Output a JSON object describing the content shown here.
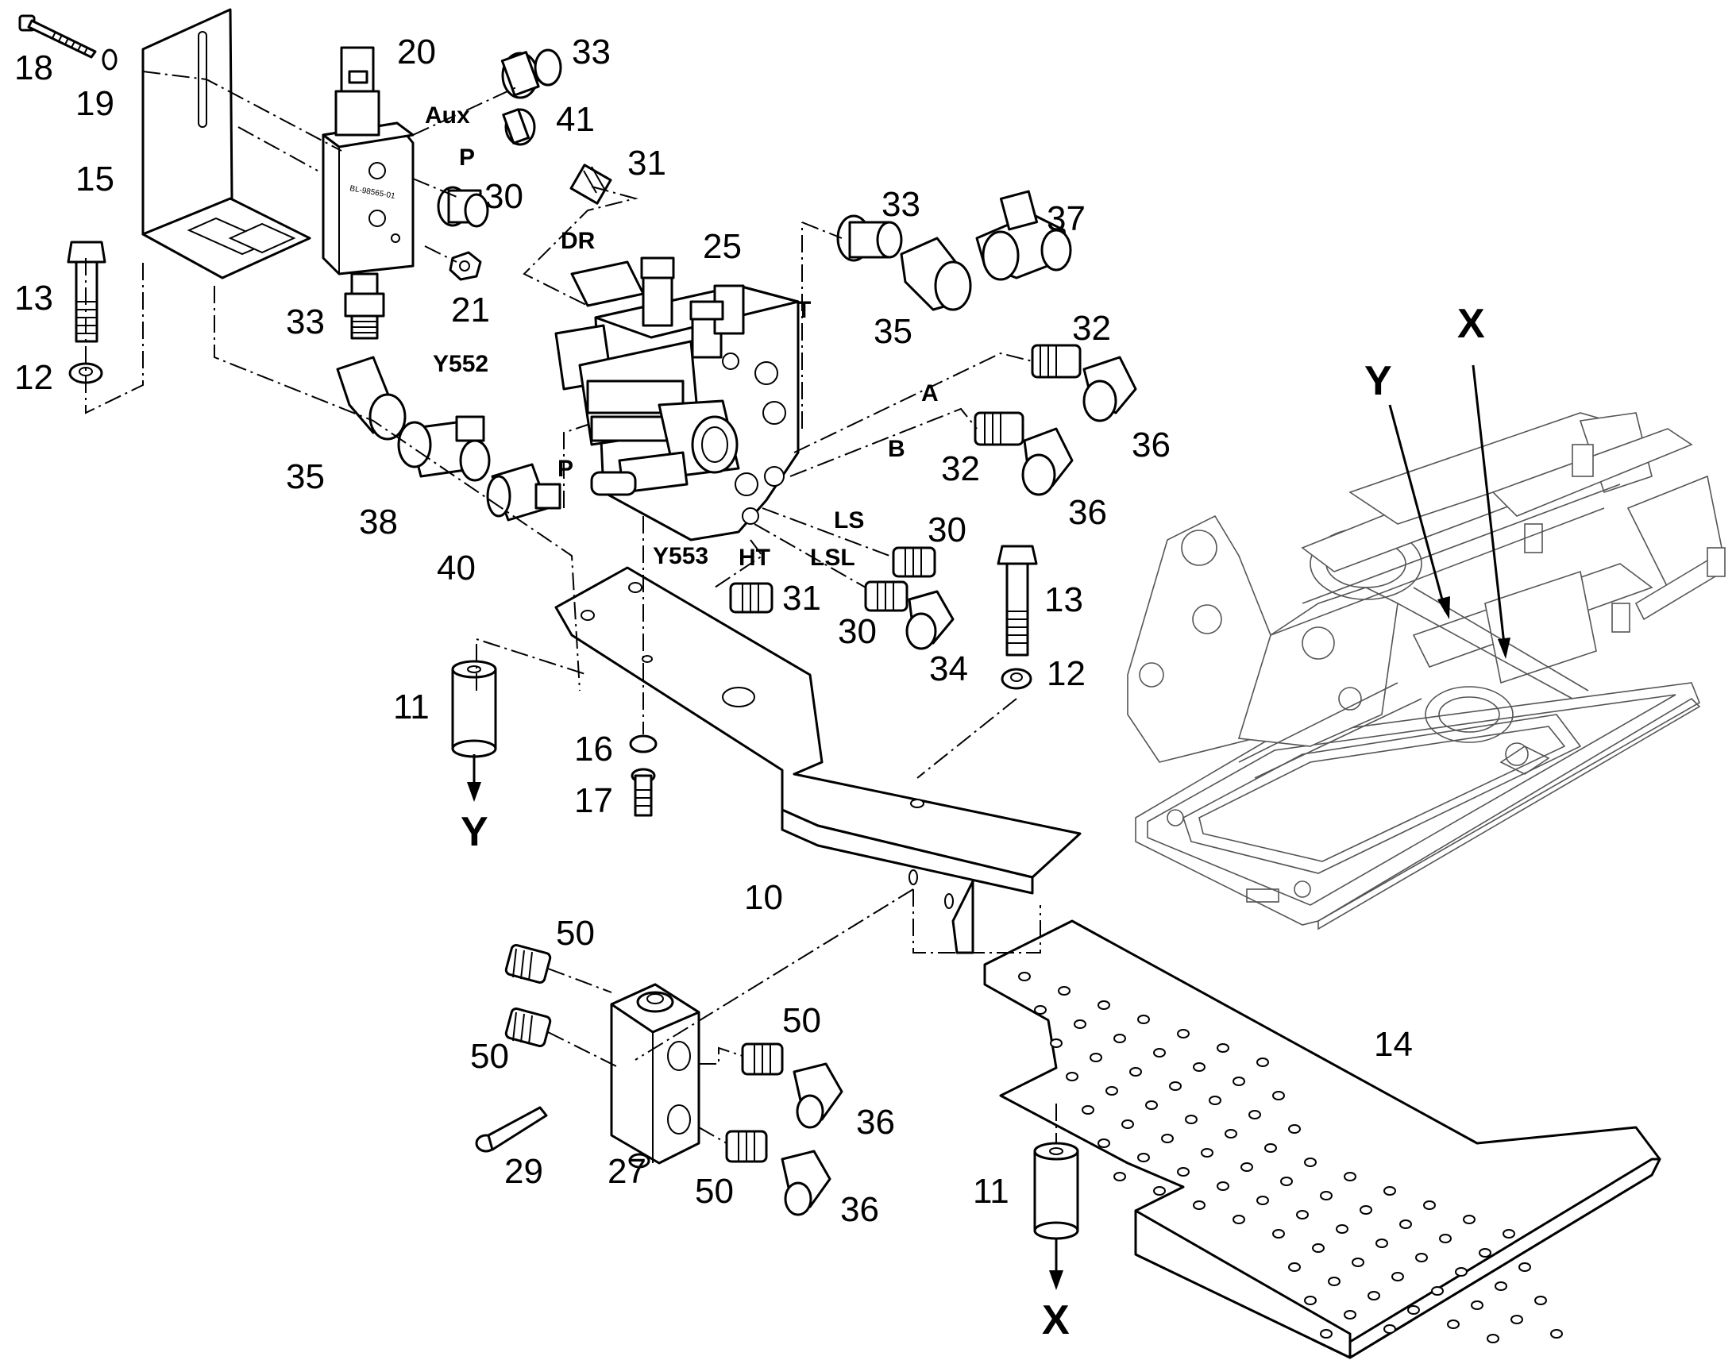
{
  "labels": {
    "n18": "18",
    "n19": "19",
    "n15": "15",
    "n13a": "13",
    "n12a": "12",
    "n20": "20",
    "n33a": "33",
    "n41": "41",
    "n31a": "31",
    "n30a": "30",
    "n21": "21",
    "n33b": "33",
    "n25": "25",
    "n33c": "33",
    "n37": "37",
    "n35a": "35",
    "n35b": "35",
    "n32a": "32",
    "n36a": "36",
    "n32b": "32",
    "n36b": "36",
    "n38": "38",
    "n40": "40",
    "n30b": "30",
    "n31b": "31",
    "n30c": "30",
    "n34": "34",
    "n13b": "13",
    "n12b": "12",
    "n11a": "11",
    "n16": "16",
    "n17": "17",
    "n10": "10",
    "n50a": "50",
    "n50b": "50",
    "n50c": "50",
    "n50d": "50",
    "n36c": "36",
    "n36d": "36",
    "n29": "29",
    "n27": "27",
    "n14": "14",
    "n11b": "11"
  },
  "ports": {
    "aux": "Aux",
    "p1": "P",
    "dr": "DR",
    "t": "T",
    "a": "A",
    "b": "B",
    "ls": "LS",
    "lsl": "LSL",
    "ht": "HT",
    "p2": "P",
    "y552": "Y552",
    "y553": "Y553"
  },
  "arrows": {
    "y_bottom": "Y",
    "x_bottom": "X",
    "y_frame": "Y",
    "x_frame": "X"
  }
}
